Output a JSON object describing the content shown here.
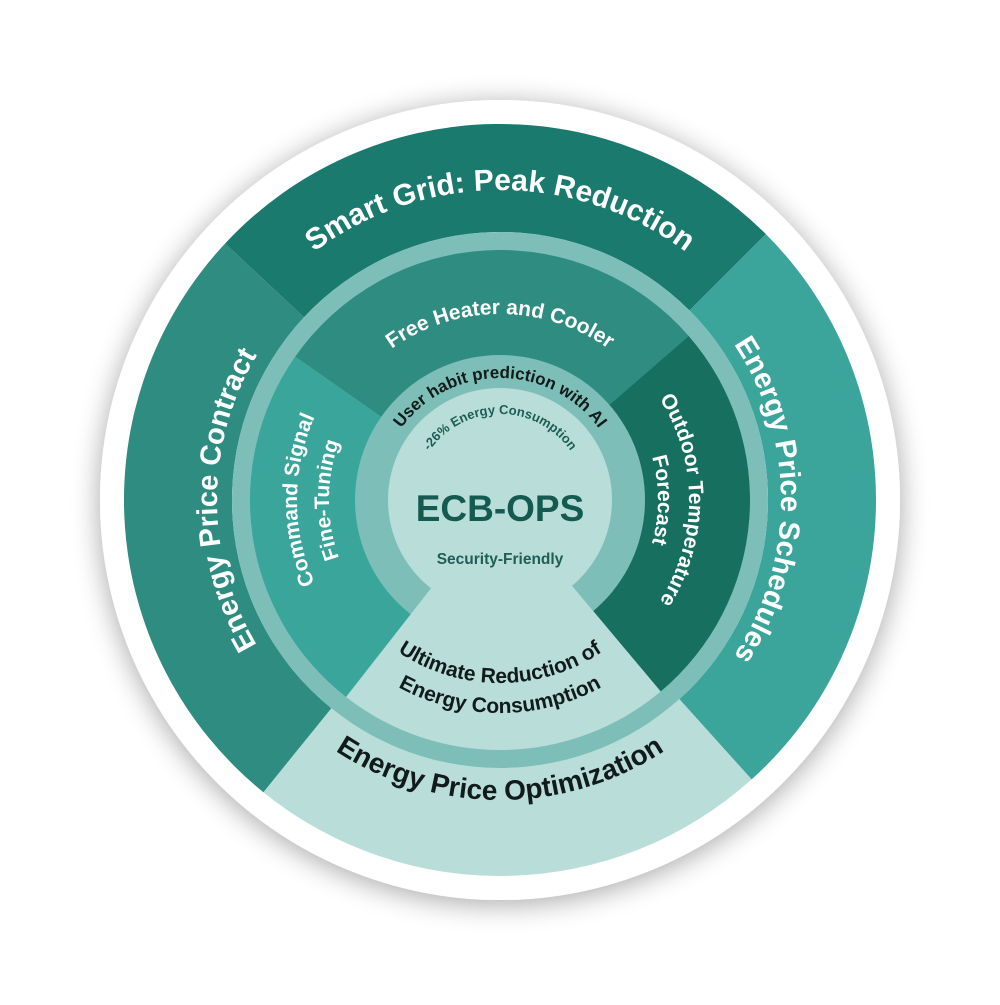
{
  "title": "ECB-OPS",
  "colors": {
    "outer_top": "#1b7a6e",
    "outer_left": "#2e8c81",
    "outer_right": "#3ba59b",
    "outer_bottom": "#b9ddd9",
    "mid_top": "#2e8c81",
    "mid_left": "#3aa59b",
    "mid_right": "#17705f",
    "mid_bottom": "#b9ddd9",
    "separator": "#7dbfb8",
    "center": "#b9ddd9",
    "title_text": "#155a50"
  },
  "outer_ring": {
    "top": "Smart Grid: Peak Reduction",
    "left": "Energy Price Contract",
    "right": "Energy Price Schedules",
    "bottom": "Energy Price Optimization"
  },
  "middle_ring": {
    "top": "Free Heater and Cooler",
    "left_line1": "Command Signal",
    "left_line2": "Fine-Tuning",
    "right_line1": "Outdoor Temperature",
    "right_line2": "Forecast",
    "bottom_line1": "Ultimate Reduction of",
    "bottom_line2": "Energy Consumption"
  },
  "inner_ring": {
    "top": "User habit prediction with AI"
  },
  "center": {
    "arc_text": "-26% Energy Consumption",
    "title": "ECB-OPS",
    "subtitle": "Security-Friendly"
  }
}
